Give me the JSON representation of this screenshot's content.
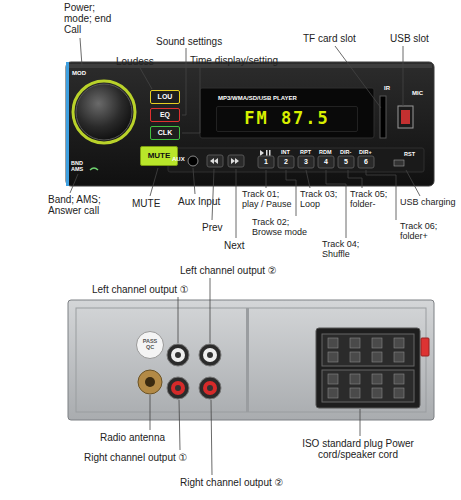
{
  "diagram": {
    "nodes": [
      {
        "text": [
          "FM 87.5"
        ]
      },
      {
        "text": [
          "LOU"
        ]
      },
      {
        "text": [
          "EQ"
        ]
      },
      {
        "text": [
          "CLK"
        ]
      },
      {
        "text": [
          "MUTE"
        ]
      },
      {
        "text": [
          "PASS QC"
        ]
      }
    ],
    "labels": [
      "Power; mode; end Call",
      "Sound settings",
      "Loudess",
      "Time display/setting",
      "TF card slot",
      "USB slot",
      "Band; AMS; Answer call",
      "MUTE",
      "Aux Input",
      "Prev",
      "Next",
      "Track 01; play / Pause",
      "Track 02; Browse mode",
      "Track 03; Loop",
      "Track 04; Shuffle",
      "Track 05; folder-",
      "Track 06; folder+",
      "USB charging",
      "Left channel output ②",
      "Left channel output ①",
      "Radio antenna",
      "Right channel output ①",
      "Right channel output ②",
      "ISO standard plug Power cord/speaker cord",
      "MOD",
      "BND AMS",
      "AUX",
      "MP3/WMA/SD/USB PLAYER",
      "IR",
      "MIC",
      "INT",
      "RPT",
      "RDM",
      "DIR-",
      "DIR+",
      "1",
      "2",
      "3",
      "4",
      "5",
      "6",
      "RST"
    ]
  }
}
